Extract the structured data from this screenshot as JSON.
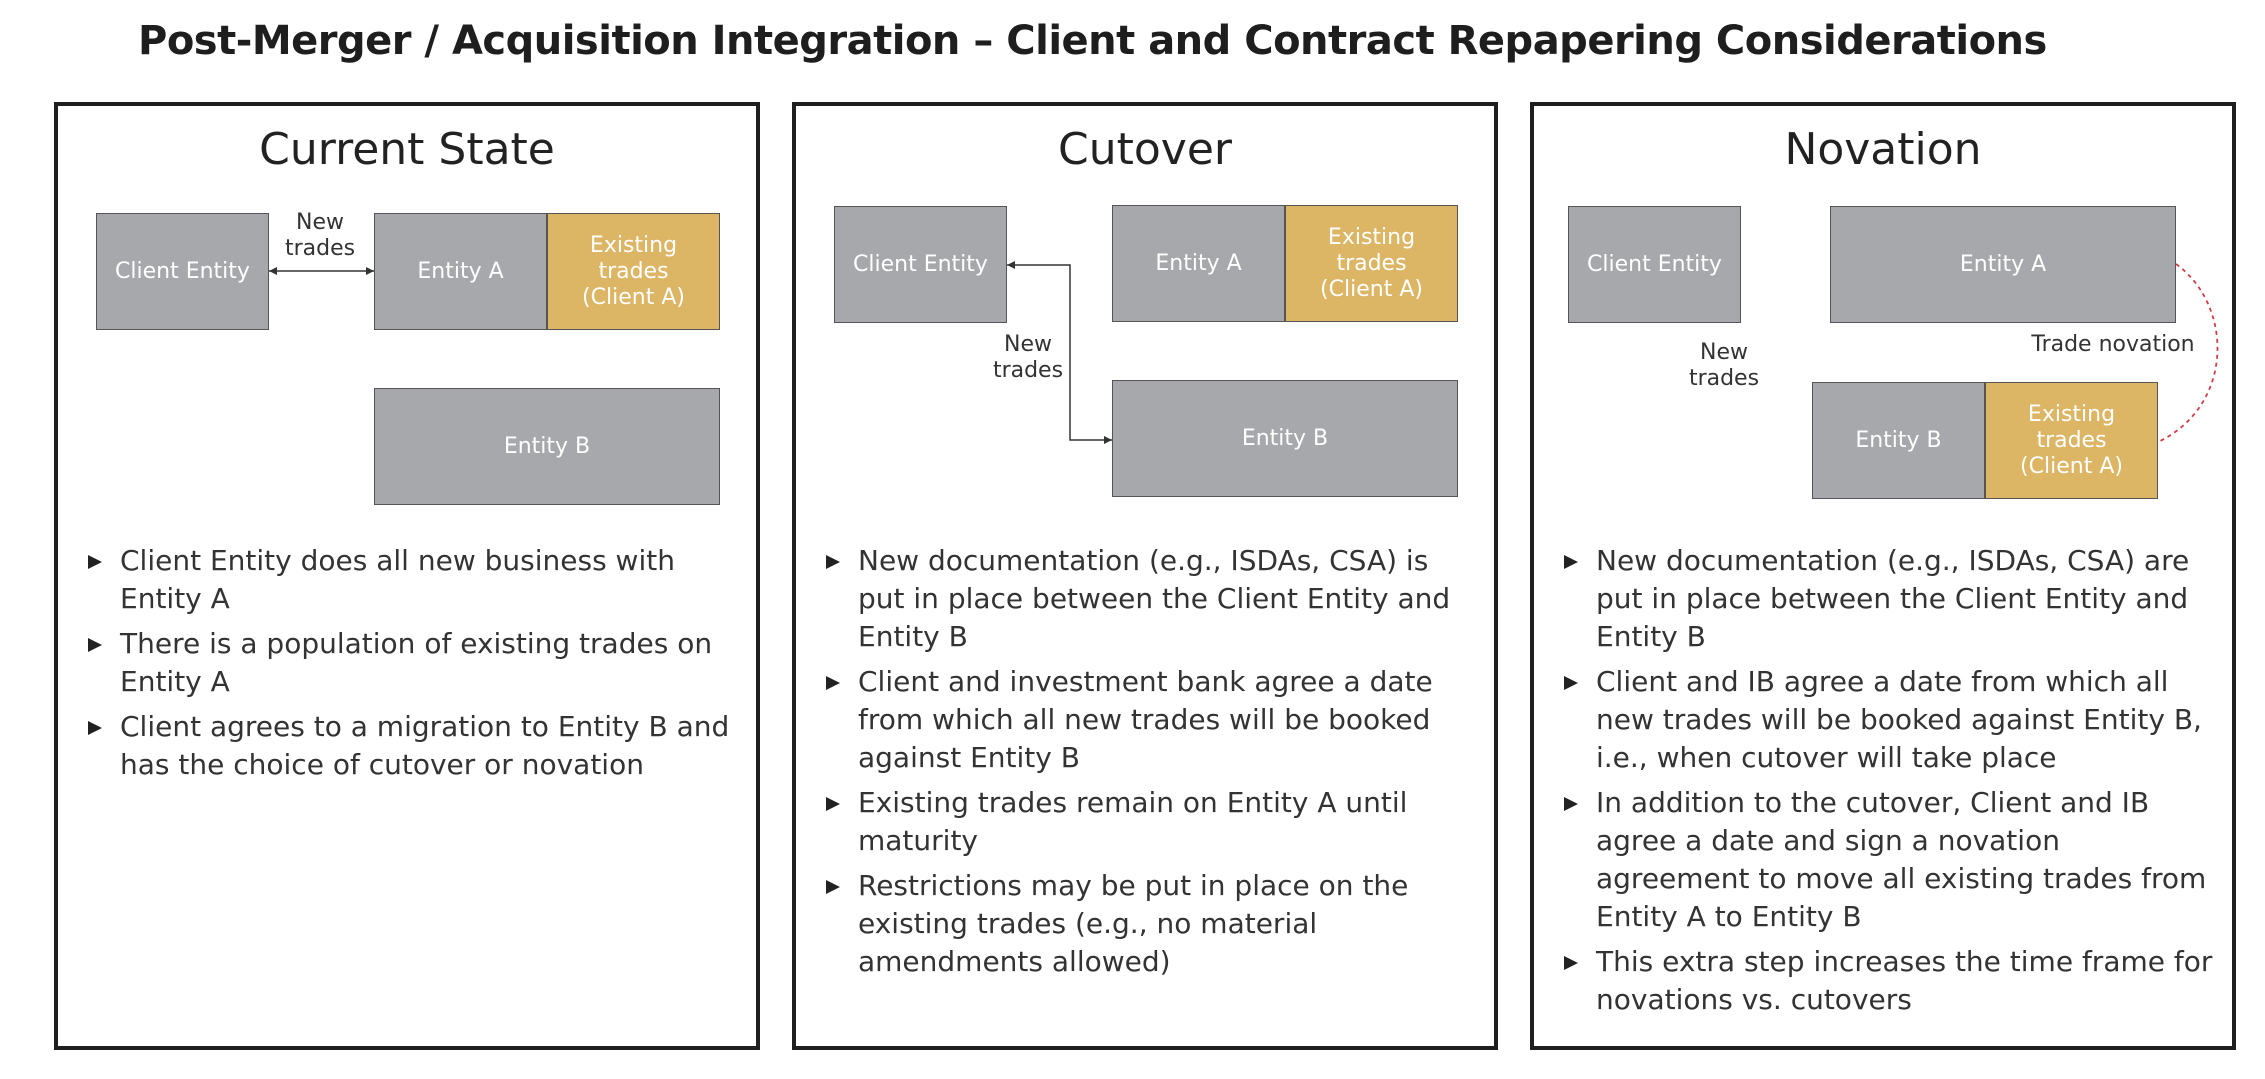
{
  "title": "Post-Merger / Acquisition Integration – Client and Contract Repapering Considerations",
  "colors": {
    "box_gray": "#a7a8ab",
    "box_gold": "#dcb565",
    "novation_link": "#d23c46"
  },
  "panels": [
    {
      "title": "Current State",
      "diagram": {
        "client_entity": "Client Entity",
        "entity_a": "Entity A",
        "existing_trades": [
          "Existing",
          "trades",
          "(Client A)"
        ],
        "entity_b": "Entity B",
        "new_trades": [
          "New",
          "trades"
        ]
      },
      "bullets": [
        "Client Entity does all new business with Entity A",
        "There is a population of existing trades on Entity A",
        "Client agrees to a migration to Entity B and has the choice of cutover or novation"
      ]
    },
    {
      "title": "Cutover",
      "diagram": {
        "client_entity": "Client Entity",
        "entity_a": "Entity A",
        "existing_trades": [
          "Existing",
          "trades",
          "(Client A)"
        ],
        "entity_b": "Entity B",
        "new_trades": [
          "New",
          "trades"
        ]
      },
      "bullets": [
        "New documentation (e.g., ISDAs, CSA) is put in place between the Client Entity and Entity B",
        "Client and investment bank agree a date from which all new trades will be booked against Entity B",
        "Existing trades remain on Entity A until maturity",
        "Restrictions may be put in place on the existing trades (e.g., no material amendments allowed)"
      ]
    },
    {
      "title": "Novation",
      "diagram": {
        "client_entity": "Client Entity",
        "entity_a": "Entity A",
        "entity_b": "Entity B",
        "existing_trades": [
          "Existing",
          "trades",
          "(Client A)"
        ],
        "new_trades": [
          "New",
          "trades"
        ],
        "trade_novation": "Trade novation"
      },
      "bullets": [
        "New documentation (e.g., ISDAs, CSA) are put in place between the Client Entity and Entity B",
        "Client and IB agree a date from which all new trades will be booked against Entity B, i.e., when cutover will take place",
        "In addition to the cutover, Client and IB agree a date and sign a novation agreement to move all existing trades from Entity A to Entity B",
        "This extra step increases the time frame for novations vs. cutovers"
      ]
    }
  ]
}
